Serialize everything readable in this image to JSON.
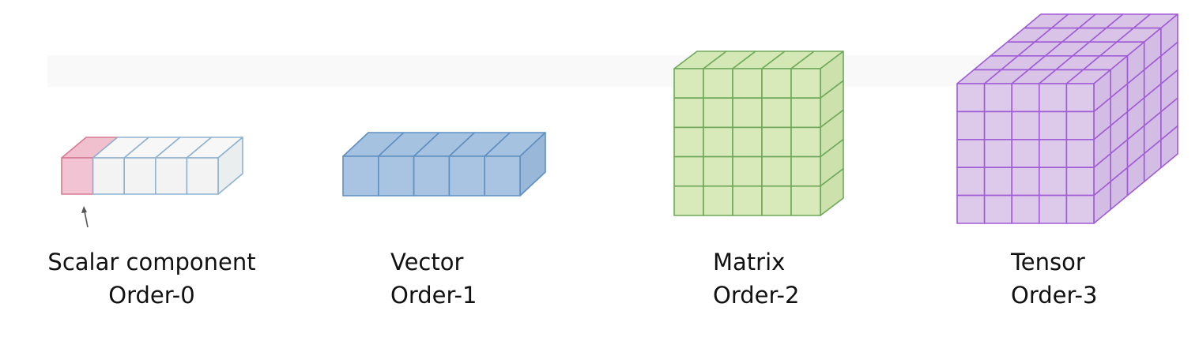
{
  "panels": [
    {
      "id": "scalar",
      "name": "Scalar component",
      "order": "Order-0",
      "colors": {
        "front": "#f3f3f3",
        "top": "#f7f7f7",
        "side": "#ebeeee",
        "line": "#8fb2cf"
      },
      "highlight": {
        "front": "#f2c4d3",
        "top": "#f1c0cf",
        "line": "#d77b94"
      }
    },
    {
      "id": "vector",
      "name": "Vector",
      "order": "Order-1",
      "colors": {
        "front": "#a8c4e2",
        "top": "#a5c2e0",
        "side": "#98b7d9",
        "line": "#5f8fc0"
      }
    },
    {
      "id": "matrix",
      "name": "Matrix",
      "order": "Order-2",
      "colors": {
        "front": "#d8eab9",
        "top": "#d4e8b5",
        "side": "#cde1ac",
        "line": "#6ea85a"
      }
    },
    {
      "id": "tensor",
      "name": "Tensor",
      "order": "Order-3",
      "colors": {
        "front": "#ddc9ea",
        "top": "#d9c4e8",
        "side": "#d3bde4",
        "line": "#a05cd6"
      }
    }
  ]
}
